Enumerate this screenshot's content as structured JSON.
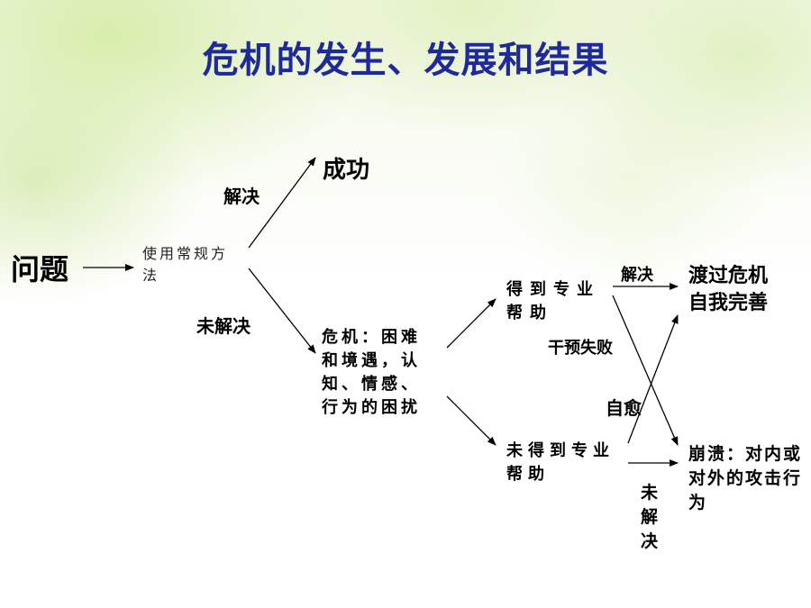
{
  "title": "危机的发生、发展和结果",
  "nodes": {
    "problem": "问题",
    "conventional_method": "使用常规方法",
    "success": "成功",
    "crisis": "危机：困难和境遇，认知、情感、行为的困扰",
    "got_help": "得到专业帮助",
    "no_help": "未得到专业帮助",
    "overcome": "渡过危机自我完善",
    "collapse": "崩溃：对内或对外的攻击行为"
  },
  "edge_labels": {
    "resolved_top": "解决",
    "unresolved_mid": "未解决",
    "resolved_right": "解决",
    "intervention_failed": "干预失败",
    "self_heal": "自愈",
    "unresolved_bottom": "未解决"
  },
  "colors": {
    "title": "#1f2a9a",
    "text": "#000000",
    "background_tint": "#dcebb0"
  }
}
